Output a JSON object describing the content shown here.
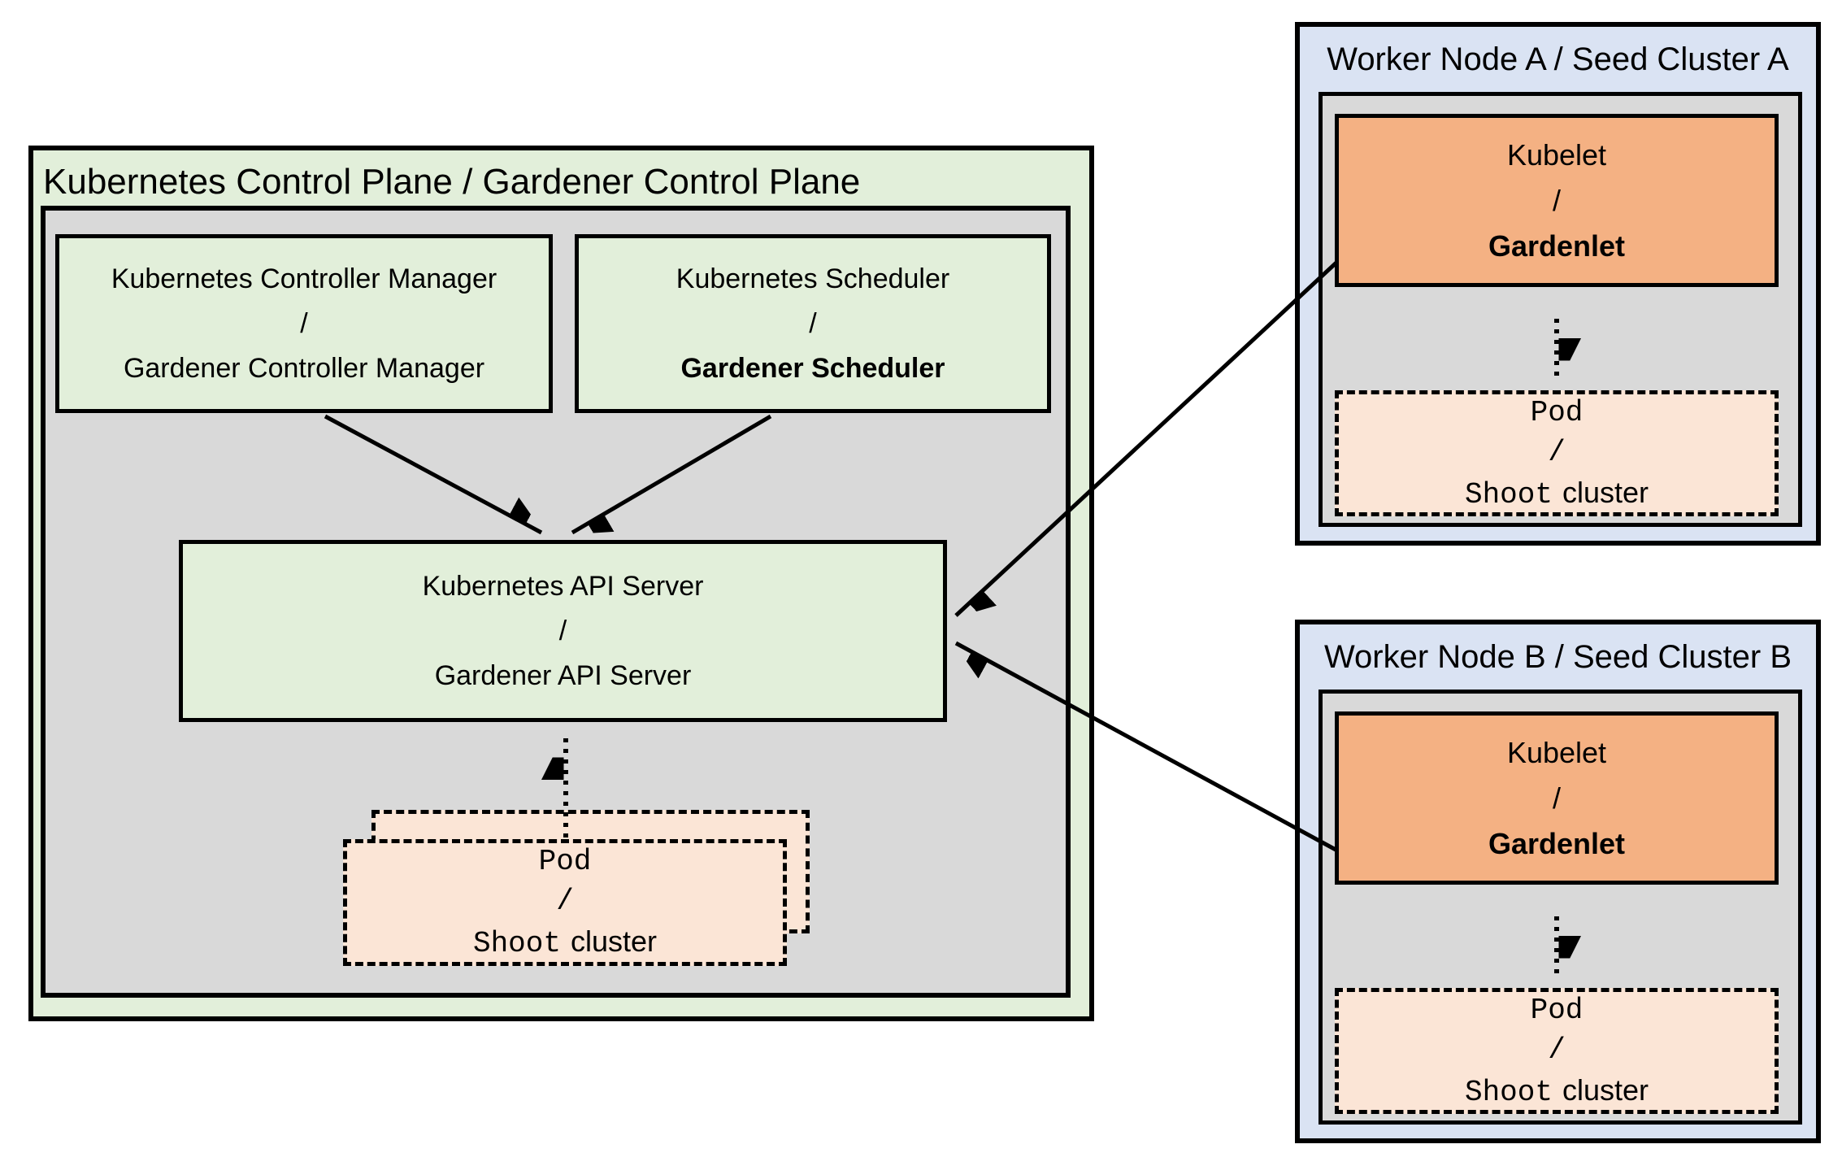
{
  "colors": {
    "green_fill": "#e2efda",
    "gray_fill": "#d9d9d9",
    "blue_fill": "#dae3f3",
    "orange_fill": "#f4b183",
    "peach_fill": "#fbe5d6",
    "border": "#000000"
  },
  "control_plane": {
    "title": "Kubernetes Control Plane / Gardener Control Plane",
    "controller_manager": {
      "line1": "Kubernetes Controller Manager",
      "sep": "/",
      "line2": "Gardener Controller Manager"
    },
    "scheduler": {
      "line1": "Kubernetes Scheduler",
      "sep": "/",
      "line2": "Gardener Scheduler"
    },
    "api_server": {
      "line1": "Kubernetes API Server",
      "sep": "/",
      "line2": "Gardener API Server"
    },
    "pod": {
      "line1": "Pod",
      "sep": "/",
      "line2_mono": "Shoot",
      "line2_sans": "cluster"
    }
  },
  "worker_nodes": [
    {
      "id": "A",
      "title": "Worker Node A / Seed Cluster A",
      "kubelet": {
        "line1": "Kubelet",
        "sep": "/",
        "line2": "Gardenlet"
      },
      "pod": {
        "line1": "Pod",
        "sep": "/",
        "line2_mono": "Shoot",
        "line2_sans": "cluster"
      }
    },
    {
      "id": "B",
      "title": "Worker Node B / Seed Cluster B",
      "kubelet": {
        "line1": "Kubelet",
        "sep": "/",
        "line2": "Gardenlet"
      },
      "pod": {
        "line1": "Pod",
        "sep": "/",
        "line2_mono": "Shoot",
        "line2_sans": "cluster"
      }
    }
  ],
  "edges": [
    {
      "from": "controller-manager",
      "to": "api-server",
      "style": "solid-arrow"
    },
    {
      "from": "scheduler",
      "to": "api-server",
      "style": "solid-arrow"
    },
    {
      "from": "pod-shoot-cluster",
      "to": "api-server",
      "style": "dotted-arrow"
    },
    {
      "from": "worker-a-kubelet",
      "to": "api-server",
      "style": "solid-arrow"
    },
    {
      "from": "worker-b-kubelet",
      "to": "api-server",
      "style": "solid-arrow"
    },
    {
      "from": "worker-a-kubelet",
      "to": "worker-a-pod",
      "style": "dotted-arrow"
    },
    {
      "from": "worker-b-kubelet",
      "to": "worker-b-pod",
      "style": "dotted-arrow"
    }
  ]
}
